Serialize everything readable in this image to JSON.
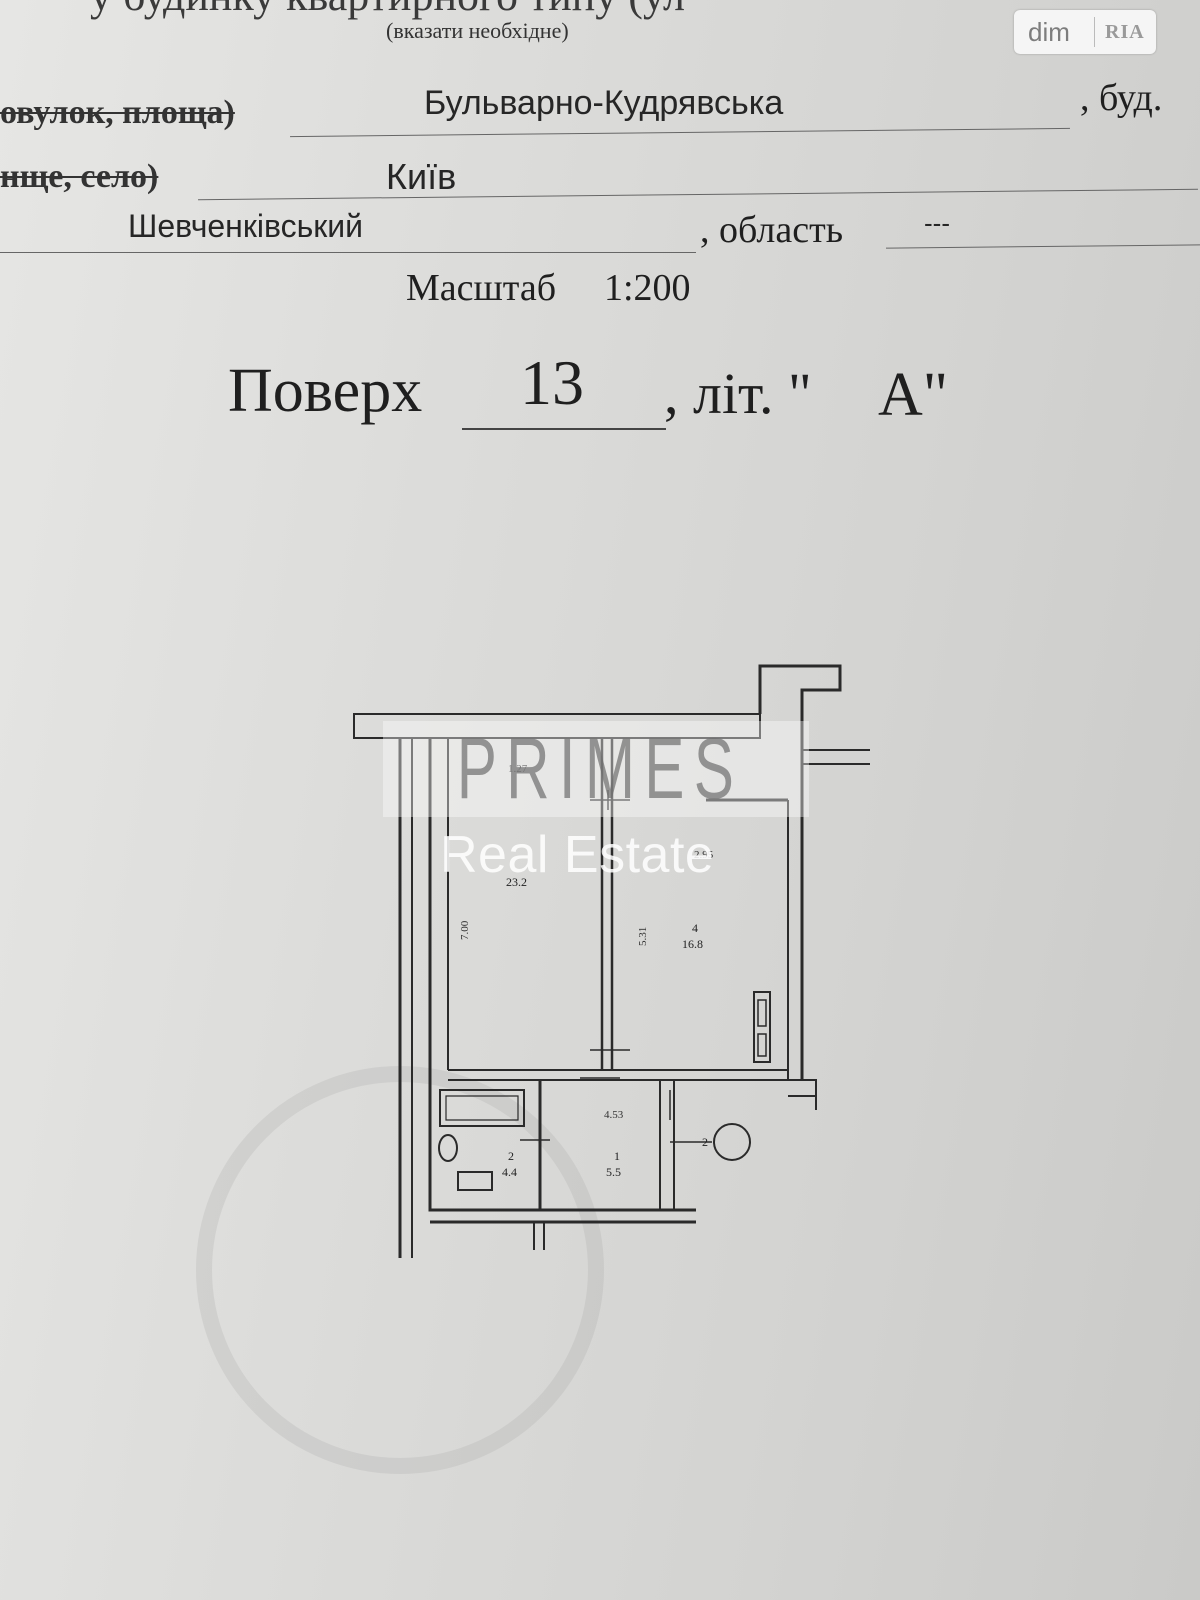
{
  "header": {
    "top_partial": "у будинку квартирного типу (ул",
    "note": "(вказати необхідне)"
  },
  "address": {
    "street_type_struck": "овулок, площа)",
    "street": "Бульварно-Кудрявська",
    "building_label": ", буд.",
    "settlement_struck": "нще, село)",
    "city": "Київ",
    "district": "Шевченківський",
    "region_label": ", область",
    "region": "---"
  },
  "scale": {
    "label": "Масштаб",
    "value": "1:200"
  },
  "floor": {
    "label": "Поверх",
    "number": "13",
    "letter_label": ", літ. \"",
    "letter": "А\""
  },
  "plan": {
    "dim_top": "1.27",
    "dim_living_height": "7.00",
    "room3_area": "23.2",
    "room4_number": "4",
    "room4_area": "16.8",
    "dim_room4_height": "5.31",
    "dim_room4_top": "2.95",
    "dim_bottom_width": "4.53",
    "room2_number": "2",
    "room2_area": "4.4",
    "room1_number": "1",
    "room1_area": "5.5",
    "stair_mark": "2"
  },
  "watermark": {
    "primes": [
      "P",
      "R",
      "I",
      "M",
      "E",
      "S"
    ],
    "real_estate": "Real Estate"
  },
  "badge": {
    "dim": "dim",
    "ria": "RIA"
  }
}
